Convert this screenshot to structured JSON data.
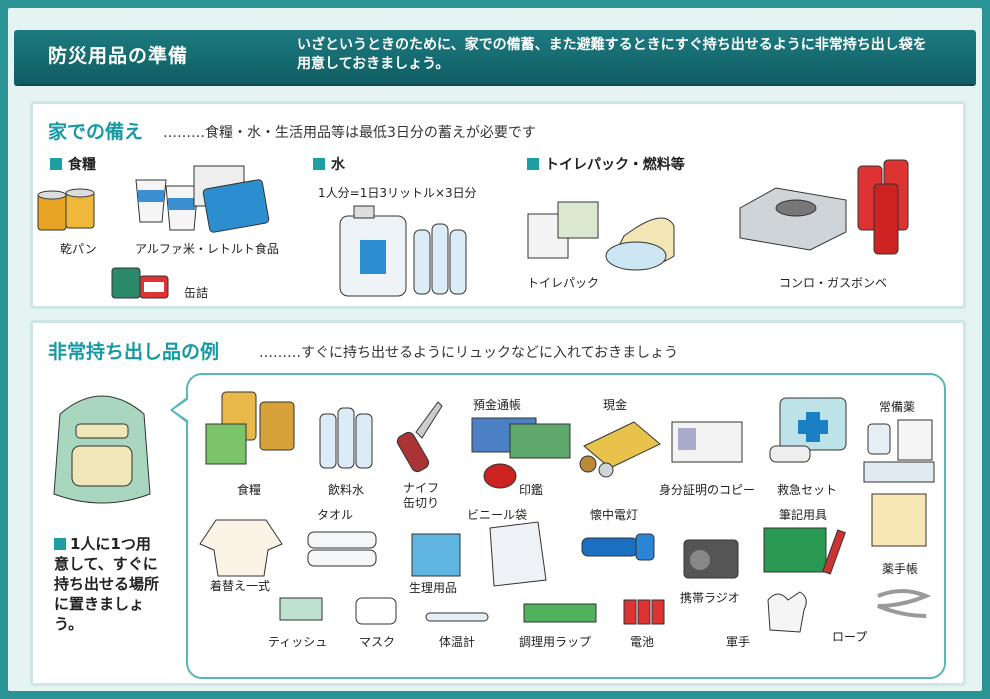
{
  "header": {
    "title": "防災用品の準備",
    "description": "いざというときのために、家での備蓄、また避難するときにすぐ持ち出せるように非常持ち出し袋を用意しておきましょう。"
  },
  "home": {
    "title": "家での備え",
    "subtitle": "………食糧・水・生活用品等は最低3日分の蓄えが必要です",
    "food": {
      "heading": "食糧",
      "items": [
        "乾パン",
        "アルファ米・レトルト食品",
        "缶詰"
      ]
    },
    "water": {
      "heading": "水",
      "note": "1人分=1日3リットル×3日分"
    },
    "toilet": {
      "heading": "トイレパック・燃料等",
      "items": [
        "トイレパック",
        "コンロ・ガスボンベ"
      ]
    }
  },
  "emergency": {
    "title": "非常持ち出し品の例",
    "subtitle": "………すぐに持ち出せるようにリュックなどに入れておきましょう",
    "note": "1人に1つ用意して、すぐに持ち出せる場所に置きましょう。",
    "items": {
      "food": "食糧",
      "water": "飲料水",
      "knife": "ナイフ\n缶切り",
      "passbook": "預金通帳",
      "seal": "印鑑",
      "cash": "現金",
      "id_copy": "身分証明のコピー",
      "first_aid": "救急セット",
      "medicine": "常備薬",
      "towel": "タオル",
      "plastic_bag": "ビニール袋",
      "flashlight": "懐中電灯",
      "stationery": "筆記用具",
      "clothes": "着替え一式",
      "sanitary": "生理用品",
      "radio": "携帯ラジオ",
      "notebook": "薬手帳",
      "tissue": "ティッシュ",
      "mask": "マスク",
      "thermometer": "体温計",
      "wrap": "調理用ラップ",
      "battery": "電池",
      "gloves": "軍手",
      "rope": "ロープ"
    }
  }
}
